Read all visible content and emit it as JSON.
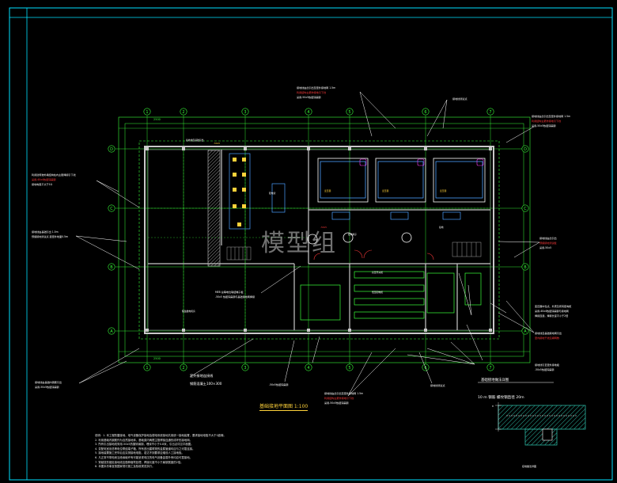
{
  "watermark": "模型组",
  "plan_title": "基础接地平面图 1:100",
  "grid_cols": [
    "1",
    "2",
    "3",
    "4",
    "5",
    "6",
    "7"
  ],
  "grid_rows": [
    "D",
    "C",
    "B",
    "A"
  ],
  "dim_top_left": "2500",
  "dim_bottom_left": "2500",
  "callouts_left": [
    "利用建筑物外墙结构柱内主筋焊接引下线",
    "采用-40x4热镀锌扁钢",
    "接地电阻不大于1Ω"
  ],
  "callout_right_text": "接地线自基础接地网引出",
  "callout_bottom_1": "接地线由基础内钢筋引出",
  "callout_bottom_2": "钢筋混凝土100×300",
  "callout_bottom_3": "-50x5热镀锌扁钢",
  "mcb_label": "MEB 总等电位联结端子板",
  "detail_title_1": "基础接地做法详图",
  "detail_title_2": "10 m 钢筋 螺纹钢直径 20m",
  "detail_caption": "接地做法详图",
  "notes": [
    "说明：1. 本工程防雷接地、电气设备保护接地及弱电系统接地共用统一接地装置，要求接地电阻不大于1欧姆。",
    "2. 利用基础内钢筋作为自然接地体，基础梁内两根主筋焊接连通形成环形接地网。",
    "3. 所有引出接地线采用-50x5热镀锌扁钢，埋深不小于0.8米，引出点详见平面图。",
    "4. 变配电室设总等电位联结端子箱，所有进出建筑物的金属管道均应与之可靠连接。",
    "5. 接地装置施工完毕后应实测接地电阻，若达不到要求应增设人工接地极。",
    "6. 凡正常不带电而当绝缘破坏有可能呈现电压的电气设备金属外壳均应可靠接地。",
    "7. 穿越变形缝处接地线应做伸缩弯处理，焊接长度不小于扁钢宽度的2倍。",
    "8. 本图未尽事宜按国家现行施工及验收规范执行。"
  ],
  "colors": {
    "background": "#000000",
    "frame": "#00e1ff",
    "grid_line": "#39ff39",
    "wall": "#c8c8c8",
    "callout": "#ffffff",
    "text_red": "#ff3a3a",
    "text_yellow": "#ffd23a",
    "equipment": "#4aa0ff",
    "hatch": "#2bb5a0"
  }
}
